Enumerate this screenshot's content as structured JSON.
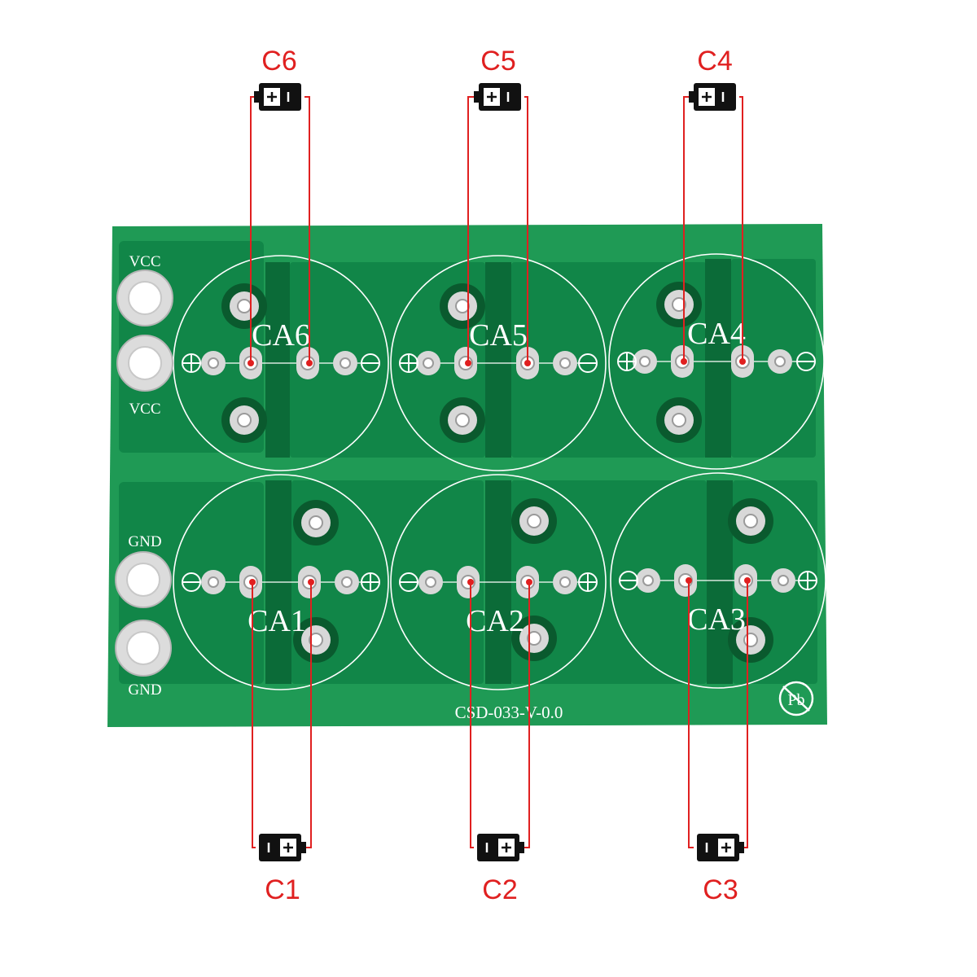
{
  "board": {
    "model": "CSD-033-V-0.0",
    "colors": {
      "board": "#1f9a55",
      "copper": "#0f8346",
      "channel": "#0a6a37",
      "pad": "#d8d8d8",
      "silk": "#ffffff",
      "wire": "#e02020"
    },
    "terminals": [
      {
        "id": "vcc-1",
        "label": "VCC"
      },
      {
        "id": "vcc-2",
        "label": "VCC"
      },
      {
        "id": "gnd-1",
        "label": "GND"
      },
      {
        "id": "gnd-2",
        "label": "GND"
      }
    ]
  },
  "capacitors": [
    {
      "id": "ca6",
      "label": "CA6",
      "battery": "C6"
    },
    {
      "id": "ca5",
      "label": "CA5",
      "battery": "C5"
    },
    {
      "id": "ca4",
      "label": "CA4",
      "battery": "C4"
    },
    {
      "id": "ca1",
      "label": "CA1",
      "battery": "C1"
    },
    {
      "id": "ca2",
      "label": "CA2",
      "battery": "C2"
    },
    {
      "id": "ca3",
      "label": "CA3",
      "battery": "C3"
    }
  ],
  "icons": {
    "battery": "battery-icon",
    "plus": "plus-polarity-icon",
    "minus": "minus-polarity-icon",
    "leadfree": "lead-free-pb-icon"
  },
  "leadfree_text": "Pb"
}
